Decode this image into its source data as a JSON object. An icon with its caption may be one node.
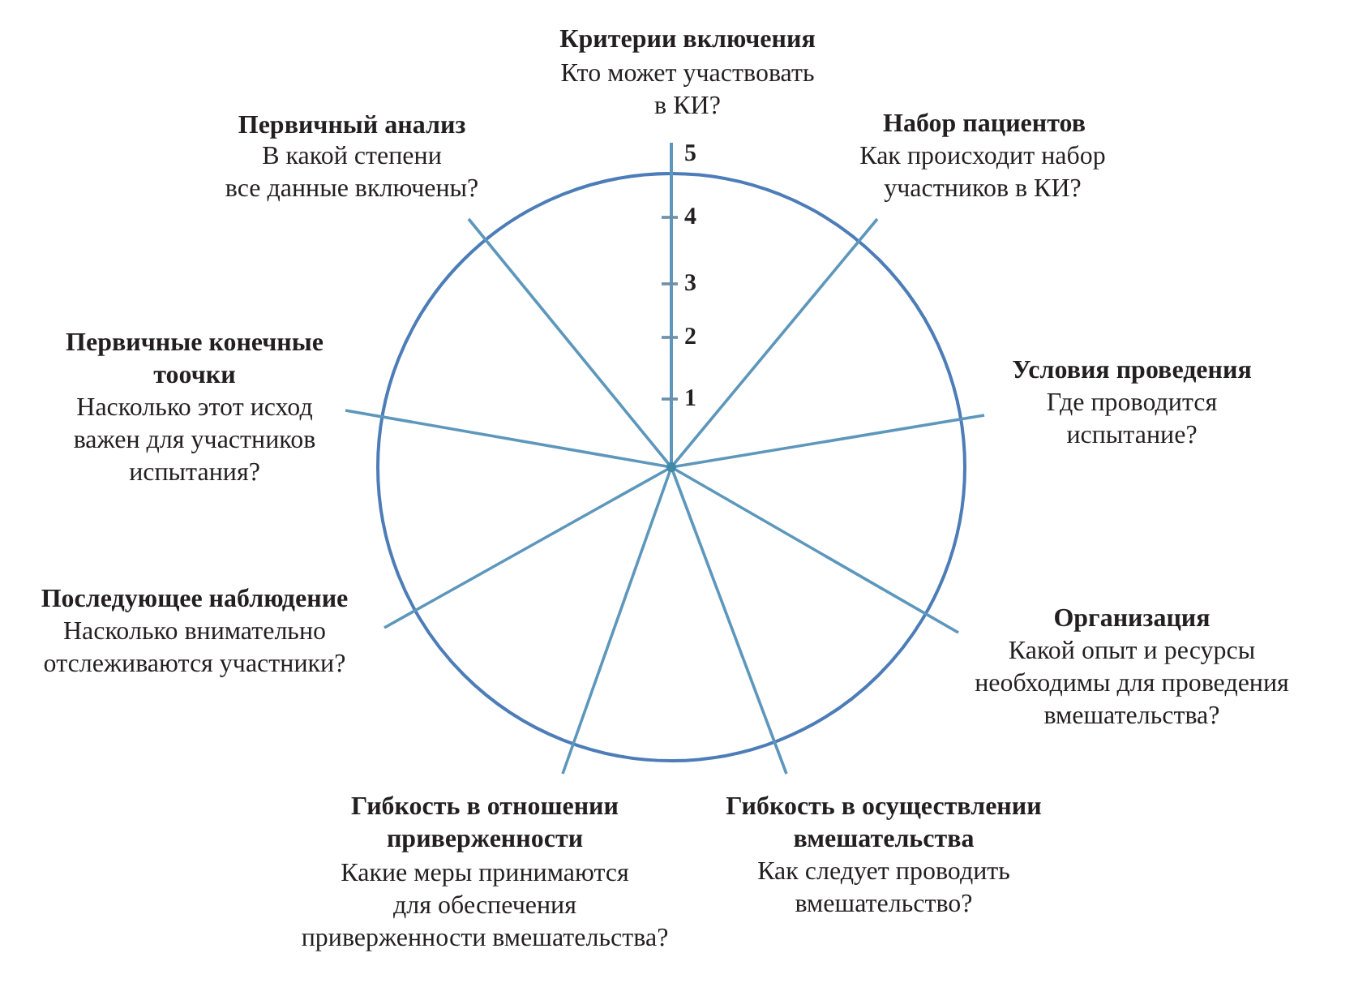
{
  "diagram": {
    "labels": [
      "Критерии включения",
      "Кто может участвовать в КИ?",
      "Набор пациентов",
      "Как происходит набор участников в КИ?",
      "Условия проведения",
      "Где проводится испытание?",
      "Организация",
      "Какой опыт и ресурсы необходимы для проведения вмешательства?",
      "Гибкость в осуществлении вмешательства",
      "Как следует проводить вмешательство?",
      "Гибкость в отношении приверженности",
      "Какие меры принимаются для обеспечения приверженности вмешательства?",
      "Последующее наблюдение",
      "Насколько внимательно отслеживаются участники?",
      "Первичные конечные тоочки",
      "Насколько этот исход важен для участников испытания?",
      "Первичный анализ",
      "В какой степени все данные включены?",
      "5",
      "4",
      "3",
      "2",
      "1"
    ]
  }
}
